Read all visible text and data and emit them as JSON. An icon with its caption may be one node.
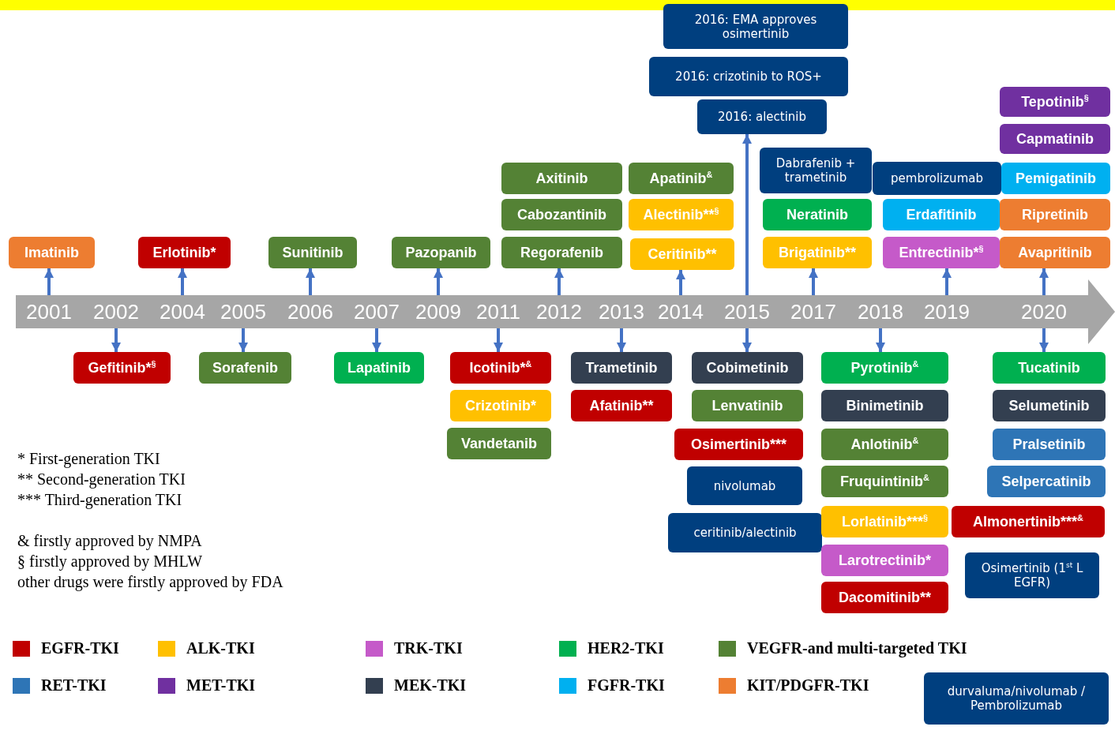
{
  "diagram": {
    "nodes": [
      {
        "text": [
          "2016: EMA approves osimertinib"
        ]
      },
      {
        "text": [
          "2016: crizotinib to ROS+"
        ]
      },
      {
        "text": [
          "2016: alectinib"
        ]
      },
      {
        "text": [
          "Tepotinib$^{§}$"
        ]
      },
      {
        "text": [
          "Capmatinib"
        ]
      },
      {
        "text": [
          "Axitinib"
        ]
      },
      {
        "text": [
          "Apatinib$^{&}$"
        ]
      },
      {
        "text": [
          "Dabrafenib + trametinib"
        ]
      },
      {
        "text": [
          "pembrolizumab"
        ]
      },
      {
        "text": [
          "Pemigatinib"
        ]
      },
      {
        "text": [
          "Imatinib"
        ]
      },
      {
        "text": [
          "Erlotinib*"
        ]
      },
      {
        "text": [
          "Sunitinib"
        ]
      },
      {
        "text": [
          "Pazopanib"
        ]
      },
      {
        "text": [
          "Cabozantinib"
        ]
      },
      {
        "text": [
          "Alectinib**$^{§}$"
        ]
      },
      {
        "text": [
          "Neratinib"
        ]
      },
      {
        "text": [
          "Erdafitinib"
        ]
      },
      {
        "text": [
          "Ripretinib"
        ]
      },
      {
        "text": [
          "Regorafenib"
        ]
      },
      {
        "text": [
          "Ceritinib**"
        ]
      },
      {
        "text": [
          "Brigatinib**"
        ]
      },
      {
        "text": [
          "Entrectinib*$^{§}$"
        ]
      },
      {
        "text": [
          "Avapritinib"
        ]
      },
      {
        "text": [
          "Gefitinib*$^{§}$"
        ]
      },
      {
        "text": [
          "Sorafenib"
        ]
      },
      {
        "text": [
          "Lapatinib"
        ]
      },
      {
        "text": [
          "Icotinib*$^{&}$"
        ]
      },
      {
        "text": [
          "Trametinib"
        ]
      },
      {
        "text": [
          "Cobimetinib"
        ]
      },
      {
        "text": [
          "Pyrotinib$^{&}$"
        ]
      },
      {
        "text": [
          "Tucatinib"
        ]
      },
      {
        "text": [
          "Crizotinib*"
        ]
      },
      {
        "text": [
          "Afatinib**"
        ]
      },
      {
        "text": [
          "Lenvatinib"
        ]
      },
      {
        "text": [
          "Binimetinib"
        ]
      },
      {
        "text": [
          "Selumetinib"
        ]
      },
      {
        "text": [
          "Vandetanib"
        ]
      },
      {
        "text": [
          "Osimertinib***"
        ]
      },
      {
        "text": [
          "Anlotinib$^{&}$"
        ]
      },
      {
        "text": [
          "Pralsetinib"
        ]
      },
      {
        "text": [
          "nivolumab"
        ]
      },
      {
        "text": [
          "Fruquintinib$^{&}$"
        ]
      },
      {
        "text": [
          "Selpercatinib"
        ]
      },
      {
        "text": [
          "ceritinib/alectinib"
        ]
      },
      {
        "text": [
          "Lorlatinib***$^{§}$"
        ]
      },
      {
        "text": [
          "Almonertinib***$^{&}$"
        ]
      },
      {
        "text": [
          "Larotrectinib*"
        ]
      },
      {
        "text": [
          "Dacomitinib**"
        ]
      },
      {
        "text": [
          "Osimertinib (1$^{st}$ L EGFR)"
        ]
      },
      {
        "text": [
          "durvaluma/nivolumab / Pembrolizumab"
        ]
      },
      {
        "text": [],
        "shape": "bar"
      },
      {
        "text": [
          "2001"
        ],
        "in": 51
      },
      {
        "text": [
          "2002"
        ],
        "in": 51
      },
      {
        "text": [
          "2004"
        ],
        "in": 51
      },
      {
        "text": [
          "2005"
        ],
        "in": 51
      },
      {
        "text": [
          "2006"
        ],
        "in": 51
      },
      {
        "text": [
          "2007"
        ],
        "in": 51
      },
      {
        "text": [
          "2009"
        ],
        "in": 51
      },
      {
        "text": [
          "2011"
        ],
        "in": 51
      },
      {
        "text": [
          "2012"
        ],
        "in": 51
      },
      {
        "text": [
          "2013"
        ],
        "in": 51
      },
      {
        "text": [
          "2014"
        ],
        "in": 51
      },
      {
        "text": [
          "2015"
        ],
        "in": 51
      },
      {
        "text": [
          "2017"
        ],
        "in": 51
      },
      {
        "text": [
          "2018"
        ],
        "in": 51
      },
      {
        "text": [
          "2019"
        ],
        "in": 51
      },
      {
        "text": [
          "2020"
        ],
        "in": 51
      }
    ],
    "edges": [
      {
        "from": 52,
        "to": 10,
        "arrow": "to"
      },
      {
        "from": 54,
        "to": 11,
        "arrow": "to"
      },
      {
        "from": 56,
        "to": 12,
        "arrow": "to"
      },
      {
        "from": 58,
        "to": 13,
        "arrow": "to"
      },
      {
        "from": 60,
        "to": 19,
        "arrow": "to"
      },
      {
        "from": 62,
        "to": 20,
        "arrow": "to"
      },
      {
        "from": 63,
        "to": 2,
        "arrow": "to"
      },
      {
        "from": 64,
        "to": 21,
        "arrow": "to"
      },
      {
        "from": 66,
        "to": 22,
        "arrow": "to"
      },
      {
        "from": 67,
        "to": 23,
        "arrow": "to"
      },
      {
        "from": 53,
        "to": 24,
        "arrow": "to"
      },
      {
        "from": 55,
        "to": 25,
        "arrow": "to"
      },
      {
        "from": 57,
        "to": 26,
        "arrow": "to"
      },
      {
        "from": 59,
        "to": 27,
        "arrow": "to"
      },
      {
        "from": 61,
        "to": 28,
        "arrow": "to"
      },
      {
        "from": 63,
        "to": 29,
        "arrow": "to"
      },
      {
        "from": 65,
        "to": 30,
        "arrow": "to"
      },
      {
        "from": 67,
        "to": 31,
        "arrow": "to"
      }
    ],
    "labels": [
      "* First-generation TKI",
      "** Second-generation TKI",
      "*** Third-generation TKI",
      "& firstly approved by NMPA",
      "§ firstly approved by MHLW",
      "other drugs were firstly approved by FDA"
    ],
    "legend": [
      {
        "text": "EGFR-TKI",
        "color": "#c00000"
      },
      {
        "text": "ALK-TKI",
        "color": "#ffc000"
      },
      {
        "text": "TRK-TKI",
        "color": "#c55ac9"
      },
      {
        "text": "HER2-TKI",
        "color": "#00b050"
      },
      {
        "text": "VEGFR-and multi-targeted TKI",
        "color": "#548235"
      },
      {
        "text": "RET-TKI",
        "color": "#2e75b6"
      },
      {
        "text": "MET-TKI",
        "color": "#7030a0"
      },
      {
        "text": "MEK-TKI",
        "color": "#333f50"
      },
      {
        "text": "FGFR-TKI",
        "color": "#00b0f0"
      },
      {
        "text": "KIT/PDGFR-TKI",
        "color": "#ed7d31"
      }
    ]
  }
}
